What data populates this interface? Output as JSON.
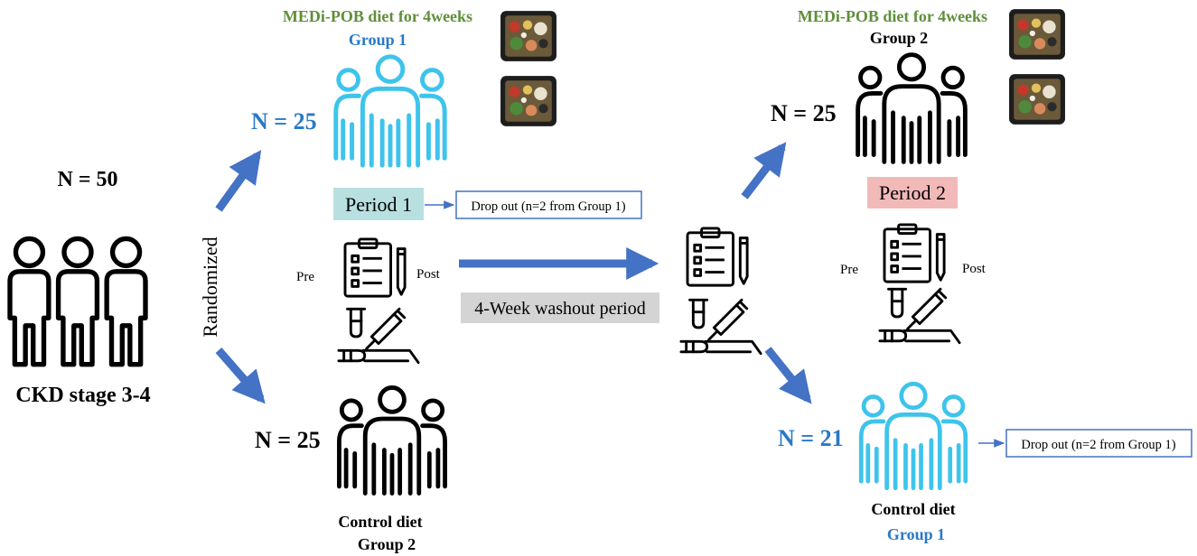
{
  "left": {
    "count": "N = 50",
    "population": "CKD stage 3-4",
    "randomized": "Randomized"
  },
  "period1": {
    "diet_title": "MEDi-POB diet for 4weeks",
    "group_top_label": "Group 1",
    "top_count": "N = 25",
    "period_label": "Period 1",
    "dropout": "Drop out (n=2 from Group 1)",
    "pre": "Pre",
    "post": "Post",
    "bottom_count": "N = 25",
    "control_label": "Control diet",
    "group_bottom_label": "Group 2"
  },
  "washout": {
    "label": "4-Week washout period"
  },
  "period2": {
    "diet_title": "MEDi-POB diet for 4weeks",
    "group_top_label": "Group 2",
    "top_count": "N = 25",
    "period_label": "Period 2",
    "pre": "Pre",
    "post": "Post",
    "bottom_count": "N = 21",
    "dropout": "Drop out (n=2 from Group 1)",
    "control_label": "Control diet",
    "group_bottom_label": "Group 1"
  },
  "colors": {
    "diet_title": "#5f8f3a",
    "group_blue": "#2a78c6",
    "people_blue": "#3ec4ec",
    "arrow_blue": "#4472c4",
    "period1_bg": "#b9e0e0",
    "period2_bg": "#f2b9b9",
    "washout_bg": "#d4d4d4"
  },
  "icons": {
    "people_group": "people-group-icon",
    "clipboard": "clipboard-checklist-icon",
    "blood_test": "blood-test-icon",
    "meal_box": "meal-box-icon"
  }
}
